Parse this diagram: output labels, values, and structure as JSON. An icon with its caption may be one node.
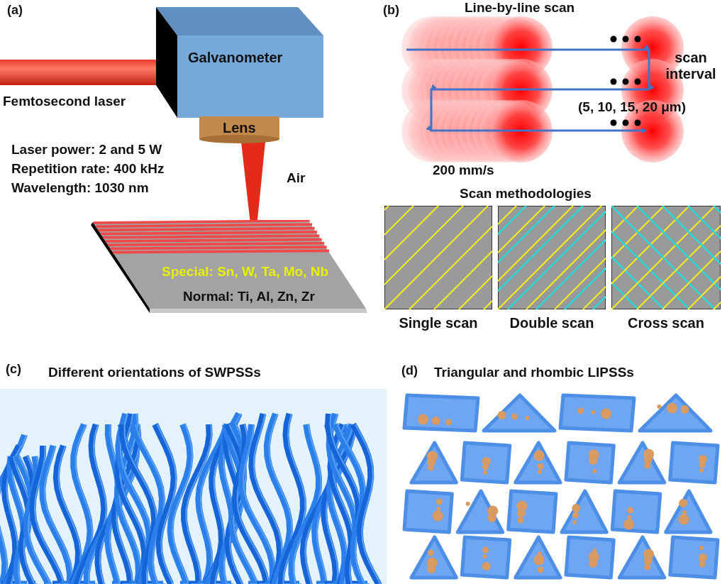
{
  "diagram": {
    "nodes": [
      {
        "text": [
          "Galvanometer"
        ]
      },
      {
        "text": [
          "Lens"
        ]
      },
      {
        "text": [
          "Special: Sn, W, Ta, Mo, Nb",
          "Normal: Ti, Al, Zn, Zr"
        ]
      },
      {
        "text": [
          "Single scan"
        ]
      },
      {
        "text": [
          "Double scan"
        ]
      },
      {
        "text": [
          "Cross scan"
        ]
      }
    ],
    "labels": [
      "(a)",
      "Femtosecond laser",
      "Laser power: 2 and 5 W",
      "Repetition rate: 400 kHz",
      "Wavelength: 1030 nm",
      "Air",
      "(b)",
      "Line-by-line scan",
      "scan interval",
      "(5, 10, 15, 20 μm)",
      "200 mm/s",
      "Scan methodologies",
      "(c)",
      "Different orientations of SWPSSs",
      "(d)",
      "Triangular and rhombic LIPSSs"
    ]
  }
}
